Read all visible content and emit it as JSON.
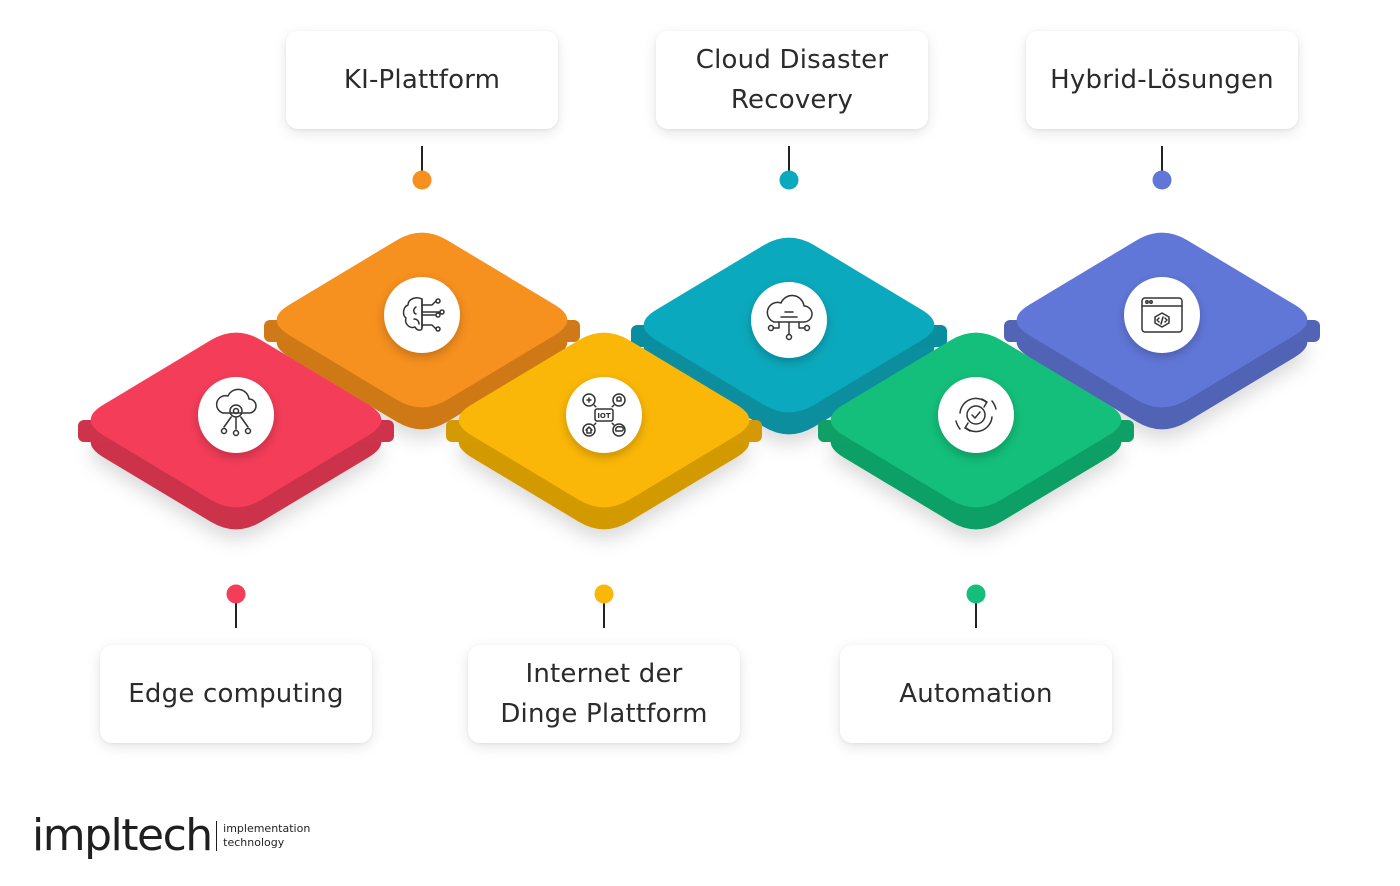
{
  "items": [
    {
      "id": "edge-computing",
      "label": "Edge computing",
      "color": "#f43d59",
      "icon": "cloud-network-gear-icon",
      "position": "bottom"
    },
    {
      "id": "ki-plattform",
      "label": "KI-Plattform",
      "color": "#f6901e",
      "icon": "ai-brain-circuit-icon",
      "position": "top"
    },
    {
      "id": "iot-plattform",
      "label": "Internet der Dinge Plattform",
      "color": "#fbb707",
      "icon": "iot-devices-icon",
      "position": "bottom"
    },
    {
      "id": "cloud-disaster-recovery",
      "label": "Cloud Disaster Recovery",
      "color": "#0ba9bd",
      "icon": "cloud-network-icon",
      "position": "top"
    },
    {
      "id": "automation",
      "label": "Automation",
      "color": "#13bf7a",
      "icon": "automation-cycle-check-icon",
      "position": "bottom"
    },
    {
      "id": "hybrid-loesungen",
      "label": "Hybrid-Lösungen",
      "color": "#6177d8",
      "icon": "browser-code-icon",
      "position": "top"
    }
  ],
  "logo": {
    "name": "impltech",
    "tagline_line1": "implementation",
    "tagline_line2": "technology"
  }
}
